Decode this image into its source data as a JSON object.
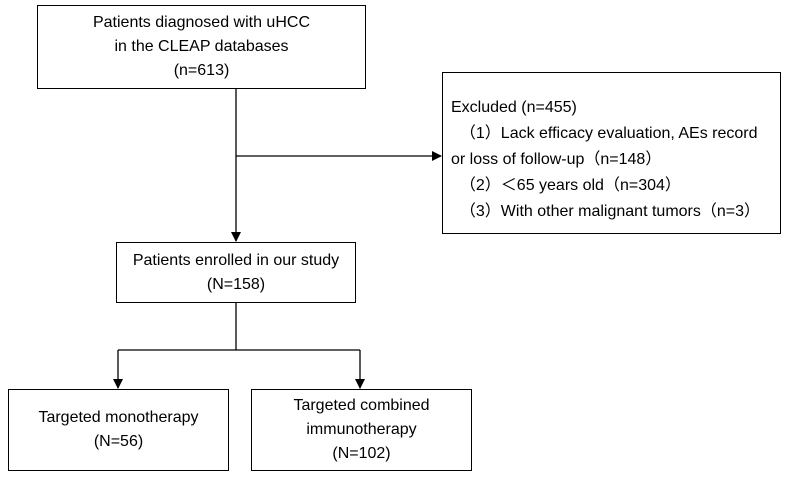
{
  "source_box": {
    "lines": [
      "Patients diagnosed with uHCC",
      "in the CLEAP databases",
      "(n=613)"
    ]
  },
  "excluded_box": {
    "lines": [
      "Excluded (n=455)",
      "  （1）Lack efficacy evaluation, AEs record",
      "or loss of follow-up（n=148）",
      "  （2）＜65 years old（n=304）",
      "  （3）With other malignant tumors（n=3）"
    ]
  },
  "enrolled_box": {
    "lines": [
      "Patients enrolled in our study",
      "(N=158)"
    ]
  },
  "monotherapy_box": {
    "lines": [
      "Targeted monotherapy",
      "(N=56)"
    ]
  },
  "combined_box": {
    "lines": [
      "Targeted combined",
      "immunotherapy",
      "(N=102)"
    ]
  }
}
